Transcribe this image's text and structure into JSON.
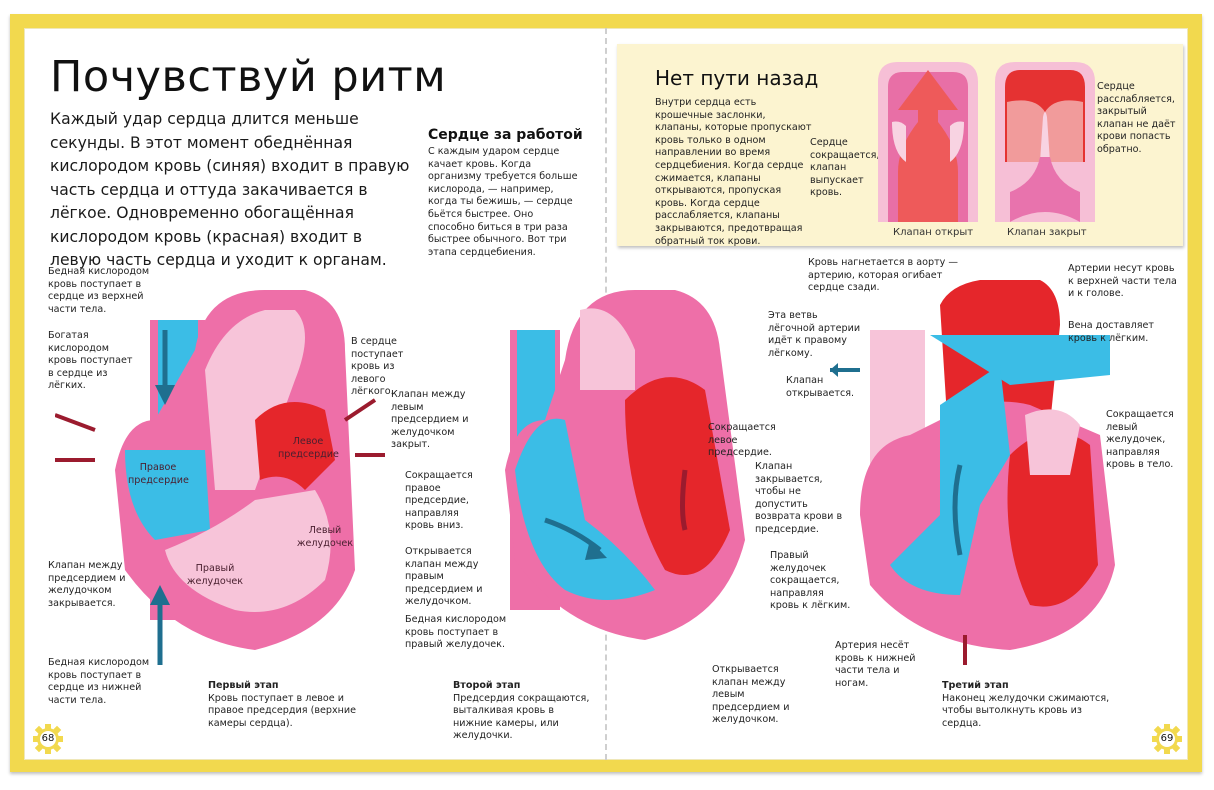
{
  "spread": {
    "title": "Почувствуй ритм",
    "intro": "Каждый удар сердца длится меньше секунды. В этот момент обеднённая кислородом кровь (синяя) входит в правую часть сердца и оттуда закачивается в лёгкое. Одновременно обогащённая кислородом кровь (красная) входит в левую часть сердца и уходит к органам.",
    "page_left": "68",
    "page_right": "69",
    "colors": {
      "frame": "#f2d94e",
      "blue_blood": "#3bbde6",
      "red_blood": "#e5262b",
      "heart_pink": "#ee6fa8",
      "light_pink": "#f7c4d9",
      "box_bg": "#fcf4d0"
    }
  },
  "sidebar": {
    "heading": "Сердце за работой",
    "text": "С каждым ударом сердце качает кровь. Когда организму требуется больше кислорода, — например, когда ты бежишь, — сердце бьётся быстрее. Оно способно биться в три раза быстрее обычного. Вот три этапа сердцебиения."
  },
  "valve_box": {
    "heading": "Нет пути назад",
    "text": "Внутри сердца есть крошечные заслонки, клапаны, которые пропускают кровь только в одном направлении во время сердцебиения. Когда сердце сжимается, клапаны открываются, пропуская кровь. Когда сердце расслабляется, клапаны закрываются, предотвращая обратный ток крови.",
    "label_open_note": "Сердце сокращается, клапан выпускает кровь.",
    "label_closed_note": "Сердце расслабляется, закрытый клапан не даёт крови попасть обратно.",
    "caption_open": "Клапан открыт",
    "caption_closed": "Клапан закрыт"
  },
  "stage1": {
    "heading": "Первый этап",
    "text": "Кровь поступает в левое и правое предсердия (верхние камеры сердца).",
    "labels": {
      "upper_body": "Бедная кислородом кровь поступает в сердце из верхней части тела.",
      "from_lungs": "Богатая кислородом кровь поступает в сердце из лёгких.",
      "left_lung": "В сердце поступает кровь из левого лёгкого.",
      "valve_closed": "Клапан между левым предсердием и желудочком закрыт.",
      "valve_closing": "Клапан между предсердием и желудочком закрывается.",
      "lower_body": "Бедная кислородом кровь поступает в сердце из нижней части тела.",
      "right_atrium": "Правое предсердие",
      "left_atrium": "Левое предсердие",
      "right_ventricle": "Правый желудочек",
      "left_ventricle": "Левый желудочек"
    }
  },
  "stage2": {
    "heading": "Второй этап",
    "text": "Предсердия сокращаются, выталкивая кровь в нижние камеры, или желудочки.",
    "labels": {
      "right_atrium_contracts": "Сокращается правое предсердие, направляя кровь вниз.",
      "valve_opens_right": "Открывается клапан между правым предсердием и желудочком.",
      "into_ventricle": "Бедная кислородом кровь поступает в правый желудочек.",
      "left_atrium_contracts": "Сокращается левое предсердие.",
      "valve_opens_left": "Открывается клапан между левым предсердием и желудочком."
    }
  },
  "stage3": {
    "heading": "Третий этап",
    "text": "Наконец желудочки сжимаются, чтобы вытолкнуть кровь из сердца.",
    "labels": {
      "aorta": "Кровь нагнетается в аорту — артерию, которая огибает сердце сзади.",
      "arteries_up": "Артерии несут кровь к верхней части тела и к голове.",
      "pulmonary_branch": "Эта ветвь лёгочной артерии идёт к правому лёгкому.",
      "vein_lungs": "Вена доставляет кровь к лёгким.",
      "valve_opens": "Клапан открывается.",
      "valve_closes": "Клапан закрывается, чтобы не допустить возврата крови в предсердие.",
      "left_ventricle_contracts": "Сокращается левый желудочек, направляя кровь в тело.",
      "right_ventricle_contracts": "Правый желудочек сокращается, направляя кровь к лёгким.",
      "artery_down": "Артерия несёт кровь к нижней части тела и ногам."
    }
  }
}
